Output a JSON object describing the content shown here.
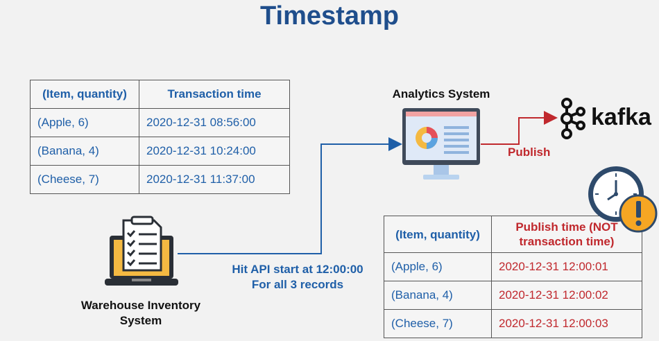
{
  "title": "Timestamp",
  "left_table": {
    "headers": [
      "(Item, quantity)",
      "Transaction time"
    ],
    "rows": [
      [
        "(Apple, 6)",
        "2020-12-31 08:56:00"
      ],
      [
        "(Banana, 4)",
        "2020-12-31 10:24:00"
      ],
      [
        "(Cheese, 7)",
        "2020-12-31 11:37:00"
      ]
    ]
  },
  "right_table": {
    "headers": [
      "(Item, quantity)",
      "Publish time (NOT transaction time)"
    ],
    "rows": [
      [
        "(Apple, 6)",
        "2020-12-31 12:00:01"
      ],
      [
        "(Banana, 4)",
        "2020-12-31 12:00:02"
      ],
      [
        "(Cheese, 7)",
        "2020-12-31 12:00:03"
      ]
    ]
  },
  "analytics_label": "Analytics System",
  "warehouse_label": "Warehouse Inventory System",
  "publish_label": "Publish",
  "hit_api_label": "Hit API start at 12:00:00 For all 3 records",
  "kafka_label": "kafka",
  "colors": {
    "title": "#1f4e8c",
    "blue": "#1f5fa8",
    "red": "#c0282d"
  },
  "icons": [
    "computer-monitor-icon",
    "laptop-checklist-icon",
    "kafka-logo-icon",
    "clock-warning-icon"
  ]
}
